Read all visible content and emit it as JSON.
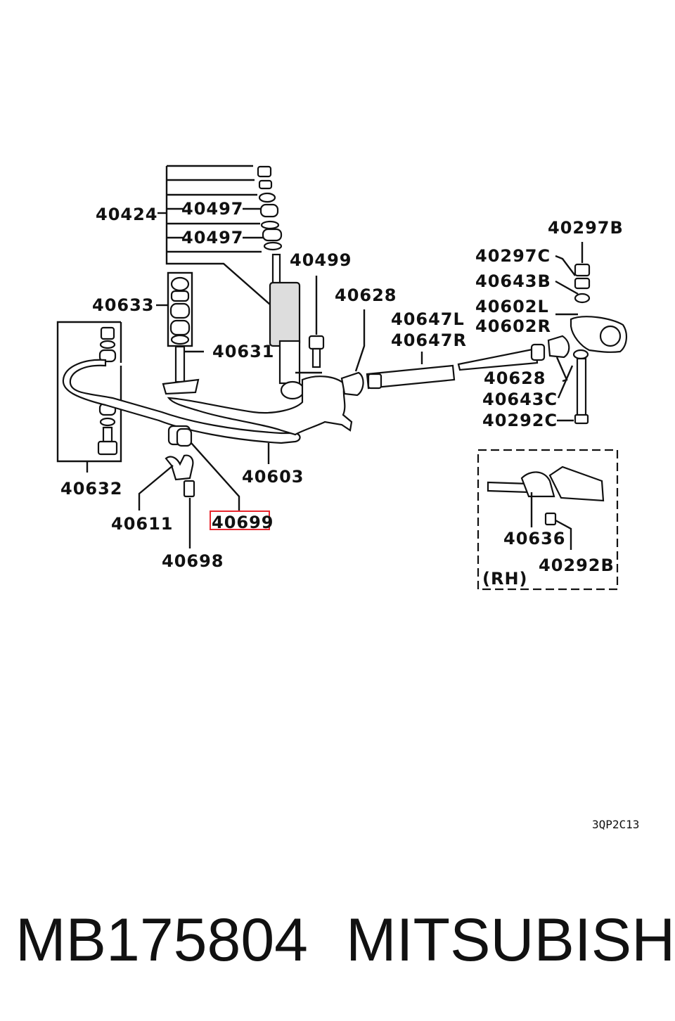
{
  "labels": {
    "p40424": "40424",
    "p40497a": "40497",
    "p40497b": "40497",
    "p40499": "40499",
    "p40633": "40633",
    "p40631": "40631",
    "p40628a": "40628",
    "p40647L": "40647L",
    "p40647R": "40647R",
    "p40297B": "40297B",
    "p40297C": "40297C",
    "p40643B": "40643B",
    "p40602L": "40602L",
    "p40602R": "40602R",
    "p40628b": "40628",
    "p40643C": "40643C",
    "p40292C": "40292C",
    "p40632": "40632",
    "p40603": "40603",
    "p40611": "40611",
    "p40699": "40699",
    "p40698": "40698",
    "p40636": "40636",
    "p40292B": "40292B",
    "rh": "(RH)"
  },
  "diagram_code": "3QP2C13",
  "footer": {
    "part_number": "MB175804",
    "brand": "MITSUBISHI"
  },
  "highlight_color": "#e8262e"
}
